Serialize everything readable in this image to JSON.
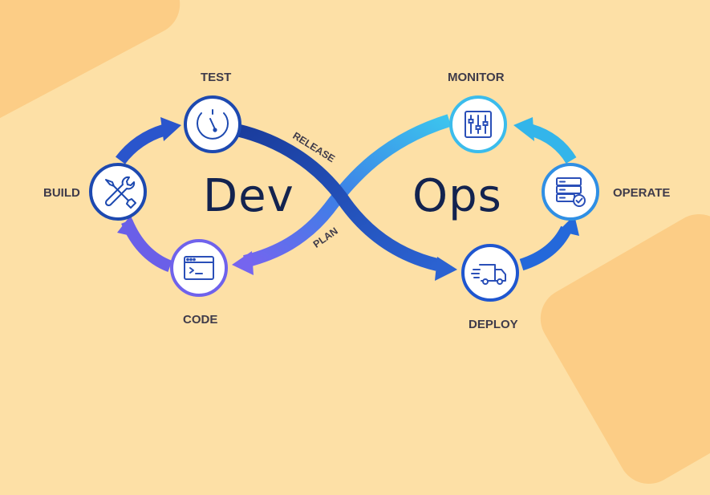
{
  "title": {
    "left_word": "Dev",
    "right_word": "Ops"
  },
  "stages": {
    "test": "TEST",
    "build": "BUILD",
    "code": "CODE",
    "monitor": "MONITOR",
    "operate": "OPERATE",
    "deploy": "DEPLOY"
  },
  "paths": {
    "release": "RELEASE",
    "plan": "PLAN"
  },
  "icons": {
    "test": "stopwatch-icon",
    "build": "wrench-screwdriver-icon",
    "code": "terminal-window-icon",
    "monitor": "sliders-icon",
    "operate": "server-check-icon",
    "deploy": "delivery-truck-icon"
  },
  "colors": {
    "background": "#fde0a6",
    "dark_blue": "#1d49b0",
    "light_blue": "#38b6ea",
    "purple": "#7b6cf0",
    "text": "#13234f"
  }
}
